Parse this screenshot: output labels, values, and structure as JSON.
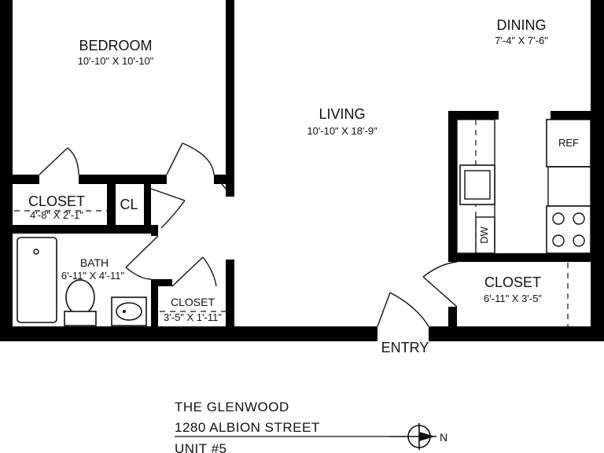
{
  "rooms": {
    "bedroom": {
      "name": "BEDROOM",
      "dims": "10'-10\" X 10'-10\""
    },
    "living": {
      "name": "LIVING",
      "dims": "10'-10\" X 18'-9\""
    },
    "dining": {
      "name": "DINING",
      "dims": "7'-4\" X 7'-6\""
    },
    "closet1": {
      "name": "CLOSET",
      "dims": "4'-8\" X 2'-1\""
    },
    "cl": {
      "name": "CL"
    },
    "bath": {
      "name": "BATH",
      "dims": "6'-11\" X 4'-11\""
    },
    "closet2": {
      "name": "CLOSET",
      "dims": "3'-5\" X 1'-11\""
    },
    "closet3": {
      "name": "CLOSET",
      "dims": "6'-11\" X 3'-5\""
    }
  },
  "fixtures": {
    "refrigerator": "REF",
    "dishwasher": "DW"
  },
  "entry_label": "ENTRY",
  "title_block": {
    "building": "THE GLENWOOD",
    "address": "1280 ALBION STREET",
    "unit": "UNIT #5"
  },
  "north_label": "N"
}
